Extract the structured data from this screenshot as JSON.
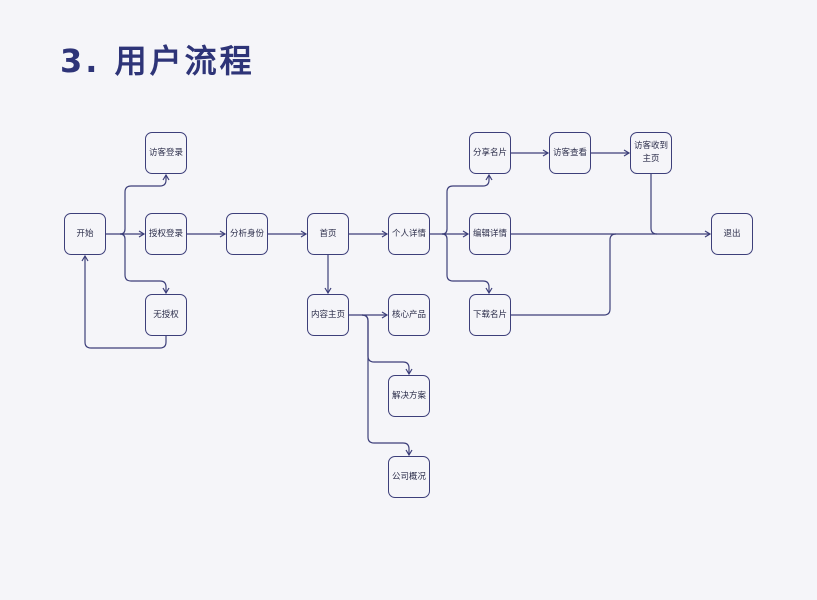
{
  "title": "3. 用户流程",
  "colors": {
    "stroke": "#3d3f7a",
    "title": "#2e3478",
    "background": "#f5f5f9"
  },
  "nodes": {
    "start": "开始",
    "visitor_login": "访客登录",
    "auth_login": "授权登录",
    "no_auth": "无授权",
    "identify": "分析身份",
    "home": "首页",
    "content_home": "内容主页",
    "core_products": "核心产品",
    "solutions": "解决方案",
    "company_overview": "公司概况",
    "personal_details": "个人详情",
    "share_card": "分享名片",
    "edit_details": "编辑详情",
    "download_card": "下载名片",
    "visitor_view": "访客查看",
    "visitor_receive": "访客收到主页",
    "exit": "退出"
  },
  "edges": [
    [
      "start",
      "visitor_login"
    ],
    [
      "start",
      "auth_login"
    ],
    [
      "start",
      "no_auth"
    ],
    [
      "no_auth",
      "start"
    ],
    [
      "auth_login",
      "identify"
    ],
    [
      "identify",
      "home"
    ],
    [
      "home",
      "personal_details"
    ],
    [
      "home",
      "content_home"
    ],
    [
      "content_home",
      "core_products"
    ],
    [
      "content_home",
      "solutions"
    ],
    [
      "content_home",
      "company_overview"
    ],
    [
      "personal_details",
      "share_card"
    ],
    [
      "personal_details",
      "edit_details"
    ],
    [
      "personal_details",
      "download_card"
    ],
    [
      "share_card",
      "visitor_view"
    ],
    [
      "visitor_view",
      "visitor_receive"
    ],
    [
      "visitor_receive",
      "exit"
    ],
    [
      "edit_details",
      "exit"
    ],
    [
      "download_card",
      "exit"
    ]
  ]
}
